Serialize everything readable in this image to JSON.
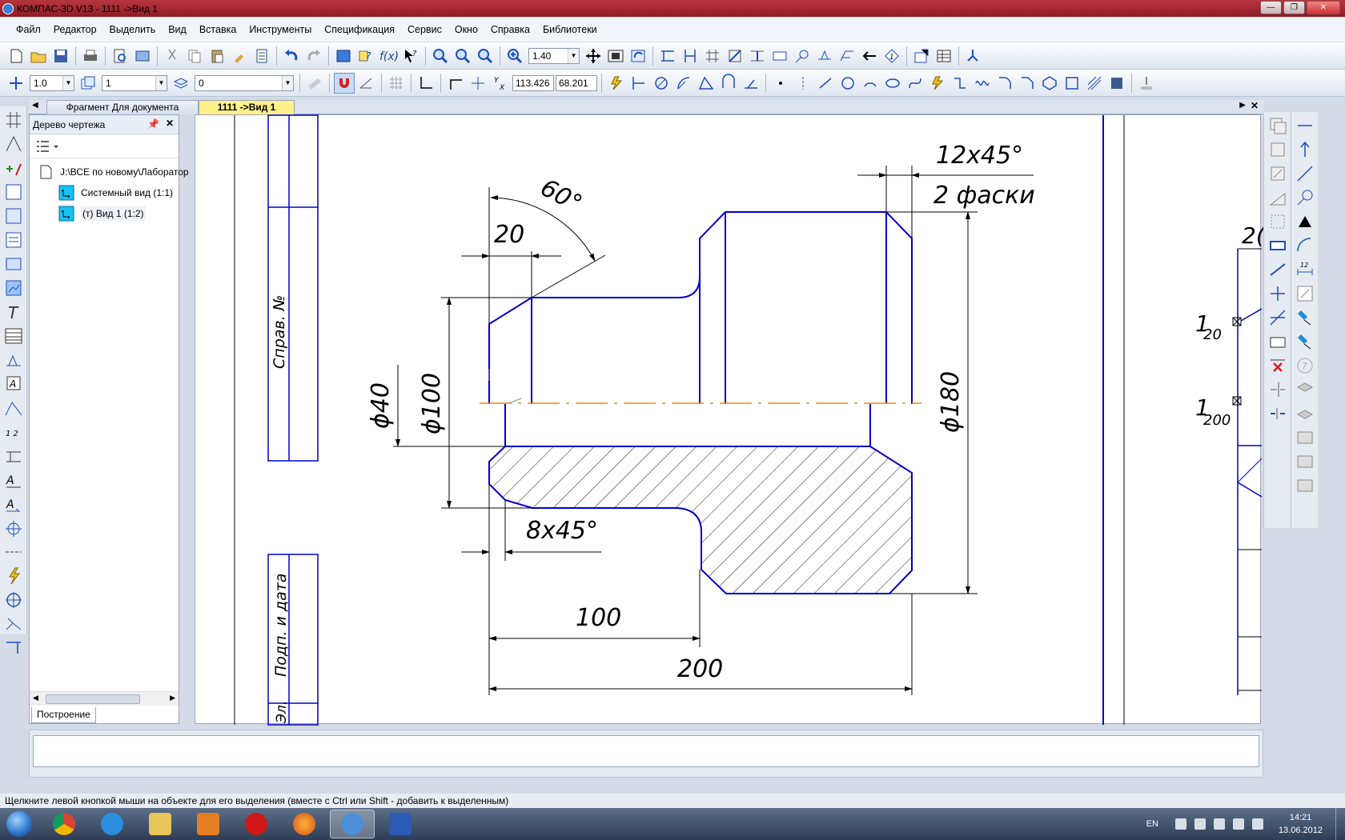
{
  "window": {
    "title": "КОМПАС-3D V13 - 1111 ->Вид 1"
  },
  "menu": [
    "Файл",
    "Редактор",
    "Выделить",
    "Вид",
    "Вставка",
    "Инструменты",
    "Спецификация",
    "Сервис",
    "Окно",
    "Справка",
    "Библиотеки"
  ],
  "toolbar": {
    "zoom_value": "1.40",
    "line_scale": "1.0",
    "view_number": "1",
    "layer": "0",
    "coord_x": "113.426",
    "coord_y": "68.201"
  },
  "tabs": [
    {
      "label": "Фрагмент Для документа"
    },
    {
      "label": "1111 ->Вид 1",
      "active": true
    }
  ],
  "tree": {
    "title": "Дерево чертежа",
    "items": [
      {
        "label": "J:\\ВСЕ по новому\\Лаборатор"
      },
      {
        "label": "Системный вид (1:1)"
      },
      {
        "label": "(т) Вид 1 (1:2)"
      }
    ],
    "bottom_tab": "Построение"
  },
  "drawing": {
    "dims": {
      "chamfer_big": "12x45°",
      "chamfer_count": "2 фаски",
      "angle": "60°",
      "d20": "20",
      "d40": "ϕ40",
      "d100": "ϕ100",
      "d180": "ϕ180",
      "chamfer_small": "8x45°",
      "len100": "100",
      "len200": "200"
    },
    "frame_labels": {
      "spravn": "Справ. №",
      "podp": "Подп. и дата",
      "cut": "Эл."
    },
    "right_labels": {
      "r20": "1",
      "r20s": "20",
      "r200": "1",
      "r200s": "200",
      "r2": "2("
    }
  },
  "status": {
    "message": "Щелкните левой кнопкой мыши на объекте для его выделения (вместе с Ctrl или Shift - добавить к выделенным)"
  },
  "taskbar": {
    "lang": "EN",
    "time": "14:21",
    "date": "13.06.2012"
  },
  "colors": {
    "outline": "#0000cc",
    "axis": "#e8891a",
    "hatch": "#1a1a1a",
    "dim": "#000000",
    "titlebar": "#a52834"
  }
}
